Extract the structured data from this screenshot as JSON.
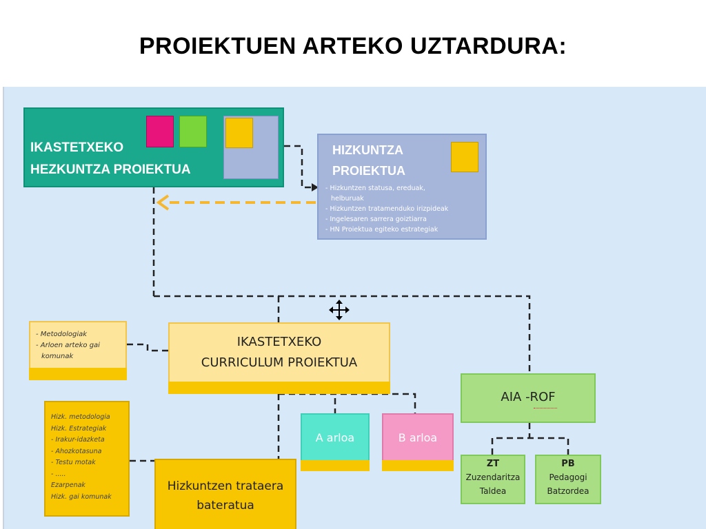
{
  "title": "PROIEKTUEN ARTEKO UZTARDURA:",
  "ihp": {
    "line1": "IKASTETXEKO",
    "line2": "HEZKUNTZA  PROIEKTUA"
  },
  "hp": {
    "line1": "HIZKUNTZA",
    "line2": "PROIEKTUA",
    "bullets": [
      "- Hizkuntzen statusa, ereduak,",
      "  helburuak",
      "- Hizkuntzen tratamenduko irizpideak",
      "- Ingelesaren sarrera goiztiarra",
      "- HN Proiektua egiteko estrategiak"
    ]
  },
  "icp": {
    "line1": "IKASTETXEKO",
    "line2": "CURRICULUM PROIEKTUA"
  },
  "metodologiak": {
    "items": [
      "- Metodologiak",
      "- Arloen arteko gai",
      "  komunak"
    ]
  },
  "hizk_list": {
    "items": [
      "Hizk. metodologia",
      "Hizk. Estrategiak",
      "- Irakur-idazketa",
      "- Ahozkotasuna",
      "- Testu motak",
      "- .....",
      "Ezarpenak",
      "Hizk. gai komunak"
    ]
  },
  "htb": {
    "line1": "Hizkuntzen trataera",
    "line2": "bateratua"
  },
  "a_arloa": "A arloa",
  "b_arloa": "B arloa",
  "aia": "AIA -ROF",
  "zt": {
    "line1": "ZT",
    "line2": "Zuzendaritza",
    "line3": "Taldea"
  },
  "pb": {
    "line1": "PB",
    "line2": "Pedagogi",
    "line3": "Batzordea"
  },
  "colors": {
    "teal": "#1aa98c",
    "lavender": "#a6b5da",
    "orange_dash": "#f5b731",
    "yellow_light": "#fde59b",
    "yellow_strong": "#f7c600",
    "green": "#a9de85",
    "cyan": "#59e6cf",
    "pink": "#f59ac6"
  }
}
